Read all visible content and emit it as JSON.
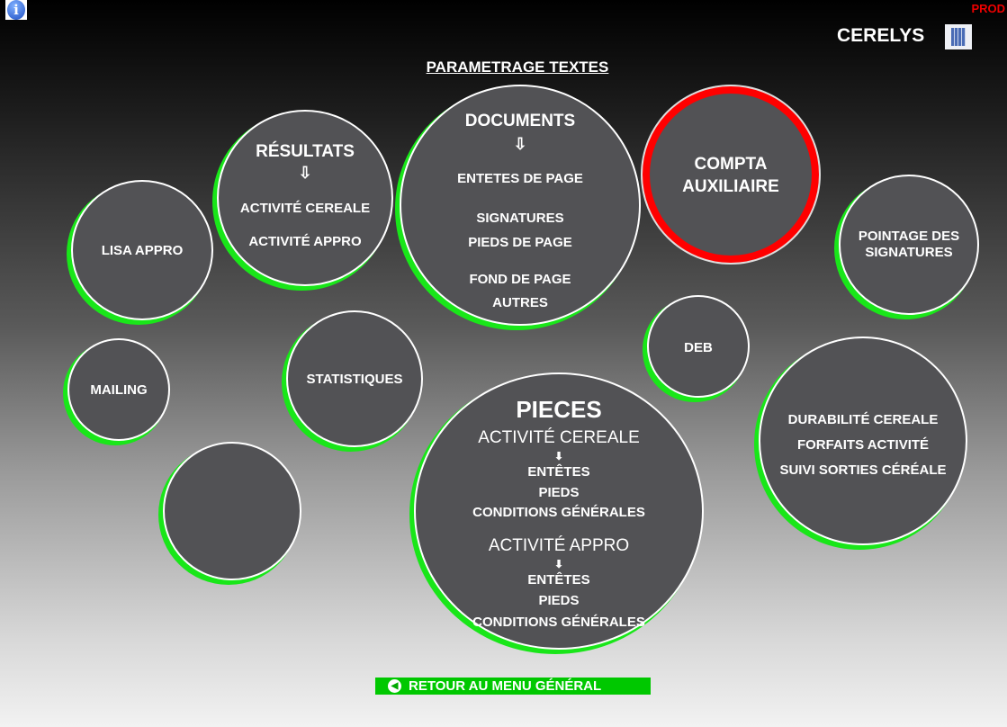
{
  "header": {
    "prod": "PROD",
    "brand": "CERELYS",
    "title": "PARAMETRAGE TEXTES"
  },
  "resultats": {
    "title": "RÉSULTATS",
    "arrow": "⇩",
    "items": [
      "ACTIVITÉ CEREALE",
      "ACTIVITÉ APPRO"
    ]
  },
  "documents": {
    "title": "DOCUMENTS",
    "arrow": "⇩",
    "items": [
      "ENTETES DE PAGE",
      "SIGNATURES",
      "PIEDS DE PAGE",
      "FOND DE PAGE",
      "AUTRES"
    ]
  },
  "compta": {
    "line1": "COMPTA",
    "line2": "AUXILIAIRE"
  },
  "lisa": "LISA APPRO",
  "pointage": {
    "line1": "POINTAGE DES",
    "line2": "SIGNATURES"
  },
  "mailing": "MAILING",
  "statistiques": "STATISTIQUES",
  "deb": "DEB",
  "pieces": {
    "title": "PIECES",
    "cereale": {
      "title": "ACTIVITÉ CEREALE",
      "items": [
        "ENTÊTES",
        "PIEDS",
        "CONDITIONS GÉNÉRALES"
      ]
    },
    "appro": {
      "title": "ACTIVITÉ APPRO",
      "items": [
        "ENTÊTES",
        "PIEDS",
        "CONDITIONS GÉNÉRALES"
      ]
    },
    "arrow": "⬇"
  },
  "durabilite": {
    "items": [
      "DURABILITÉ CEREALE",
      "FORFAITS ACTIVITÉ",
      "SUIVI SORTIES CÉRÉALE"
    ]
  },
  "footer": {
    "back_label": "RETOUR AU MENU GÉNÉRAL"
  }
}
